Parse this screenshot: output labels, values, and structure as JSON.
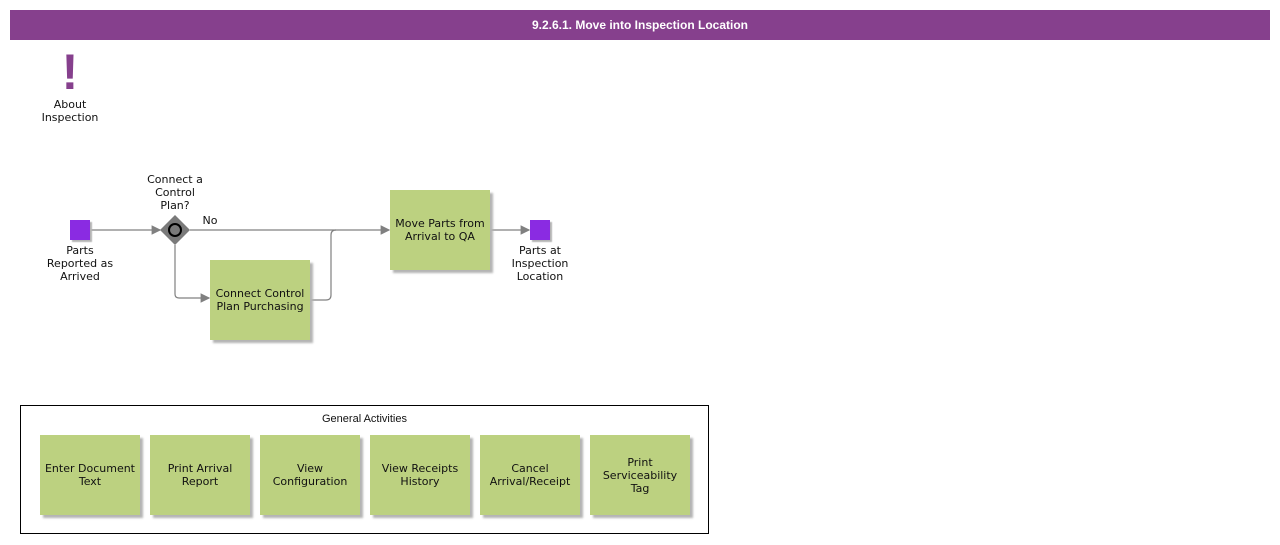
{
  "header": {
    "title": "9.2.6.1. Move into Inspection Location"
  },
  "about": {
    "icon": "exclamation-icon",
    "label": "About\nInspection"
  },
  "flow": {
    "start_event_label": "Parts\nReported as\nArrived",
    "gateway_label": "Connect a\nControl\nPlan?",
    "no_label": "No",
    "task_connect": "Connect Control\nPlan Purchasing",
    "task_move": "Move Parts from\nArrival to QA",
    "end_event_label": "Parts at\nInspection\nLocation"
  },
  "general_activities": {
    "title": "General Activities",
    "items": [
      "Enter Document\nText",
      "Print Arrival\nReport",
      "View\nConfiguration",
      "View Receipts\nHistory",
      "Cancel\nArrival/Receipt",
      "Print\nServiceability\nTag"
    ]
  },
  "colors": {
    "header": "#86408d",
    "task": "#bcd180",
    "event": "#8a2be2",
    "gateway": "#7a7a7a"
  }
}
